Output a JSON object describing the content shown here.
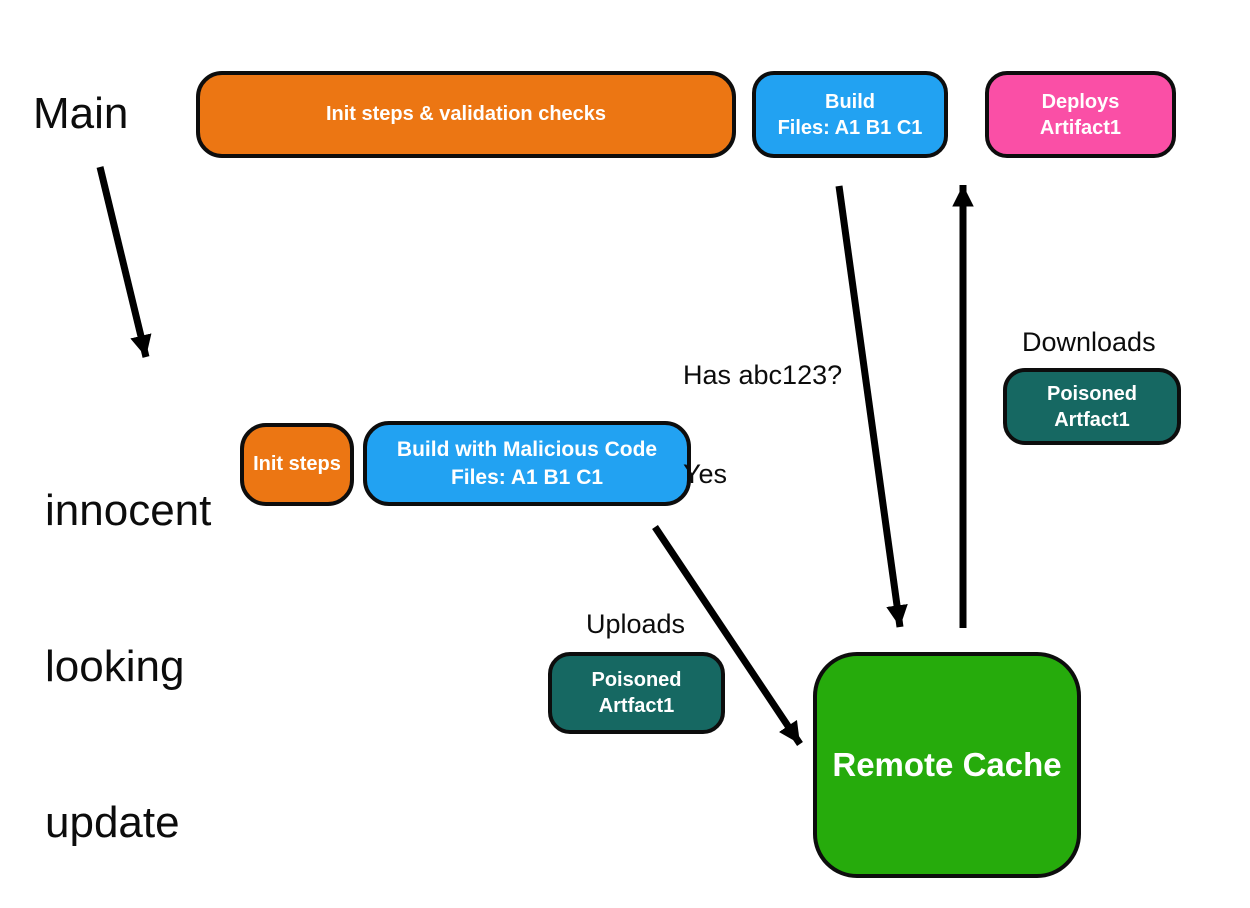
{
  "diagram": {
    "title_hint": "CI cache poisoning flow diagram",
    "background": "#ffffff",
    "arrow_color": "#000000",
    "border_color": "#0d0d0d",
    "labels": {
      "main": "Main",
      "innocent_lines": [
        "innocent",
        "looking",
        "update"
      ],
      "has_question": "Has abc123?",
      "has_answer": "Yes",
      "downloads": "Downloads",
      "uploads": "Uploads"
    },
    "boxes": {
      "init_validation": {
        "label": "Init steps & validation checks",
        "color": "#EC7613"
      },
      "build_top": {
        "line1": "Build",
        "line2": "Files: A1 B1 C1",
        "color": "#22A2F2"
      },
      "deploys": {
        "line1": "Deploys",
        "line2": "Artifact1",
        "color": "#FA4FA6"
      },
      "init_steps": {
        "label": "Init steps",
        "color": "#EC7613"
      },
      "build_malicious": {
        "line1": "Build with Malicious Code",
        "line2": "Files: A1 B1 C1",
        "color": "#22A2F2"
      },
      "poisoned_download": {
        "line1": "Poisoned",
        "line2": "Artfact1",
        "color": "#166862"
      },
      "poisoned_upload": {
        "line1": "Poisoned",
        "line2": "Artfact1",
        "color": "#166862"
      },
      "remote_cache": {
        "label": "Remote Cache",
        "color": "#26AB0C"
      }
    }
  }
}
